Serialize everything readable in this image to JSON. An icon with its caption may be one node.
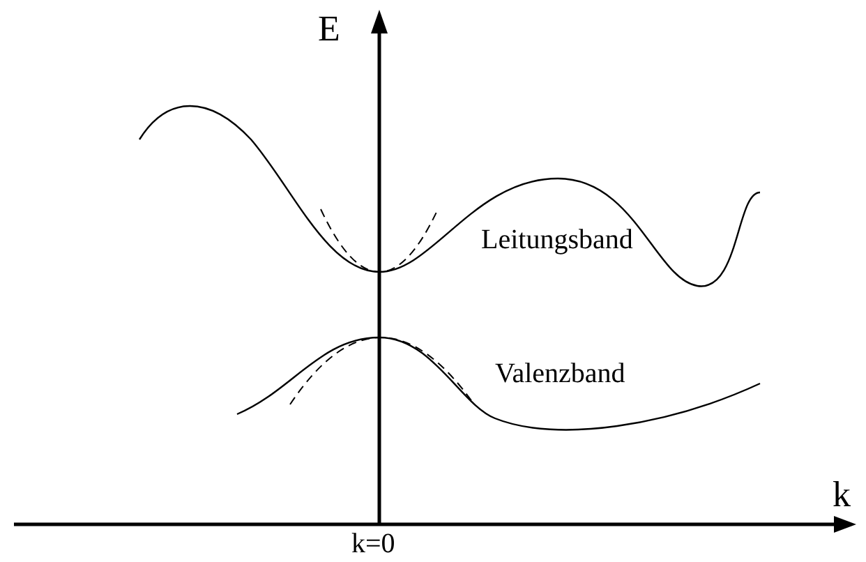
{
  "diagram": {
    "labels": [
      "E",
      "Leitungsband",
      "Valenzband",
      "k",
      "k=0"
    ]
  }
}
